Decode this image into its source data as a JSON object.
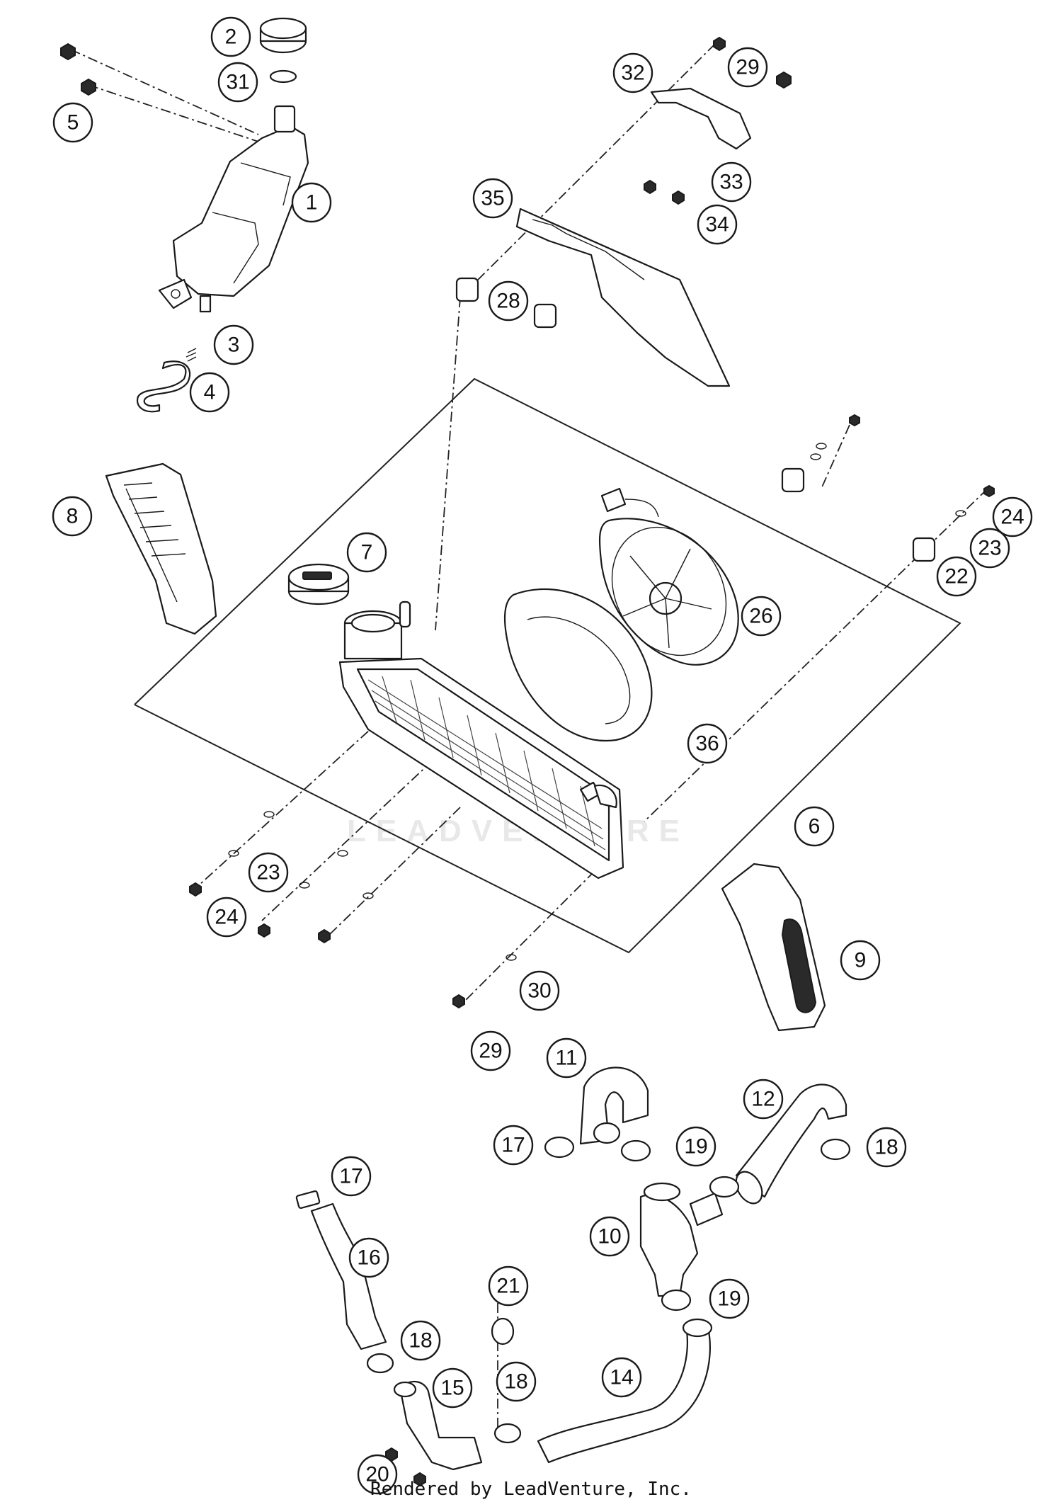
{
  "watermark": "LEADVENTURE",
  "credit": "Rendered by LeadVenture, Inc.",
  "callouts": [
    {
      "label": "1"
    },
    {
      "label": "2"
    },
    {
      "label": "3"
    },
    {
      "label": "4"
    },
    {
      "label": "5"
    },
    {
      "label": "6"
    },
    {
      "label": "7"
    },
    {
      "label": "8"
    },
    {
      "label": "9"
    },
    {
      "label": "10"
    },
    {
      "label": "11"
    },
    {
      "label": "12"
    },
    {
      "label": "14"
    },
    {
      "label": "15"
    },
    {
      "label": "16"
    },
    {
      "label": "17"
    },
    {
      "label": "17"
    },
    {
      "label": "18"
    },
    {
      "label": "18"
    },
    {
      "label": "18"
    },
    {
      "label": "19"
    },
    {
      "label": "19"
    },
    {
      "label": "20"
    },
    {
      "label": "21"
    },
    {
      "label": "22"
    },
    {
      "label": "23"
    },
    {
      "label": "23"
    },
    {
      "label": "24"
    },
    {
      "label": "24"
    },
    {
      "label": "26"
    },
    {
      "label": "28"
    },
    {
      "label": "29"
    },
    {
      "label": "29"
    },
    {
      "label": "30"
    },
    {
      "label": "31"
    },
    {
      "label": "32"
    },
    {
      "label": "33"
    },
    {
      "label": "34"
    },
    {
      "label": "35"
    },
    {
      "label": "36"
    }
  ]
}
